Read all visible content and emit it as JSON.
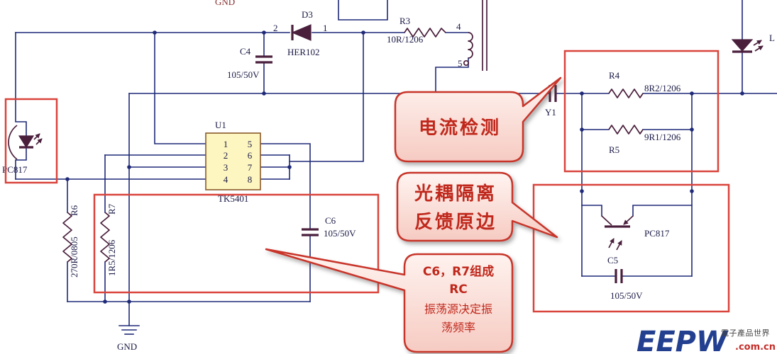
{
  "schematic": {
    "gnd_top": "GND",
    "d3": {
      "ref": "D3",
      "pin_left": "2",
      "pin_right": "1",
      "value": "HER102"
    },
    "c4": {
      "ref": "C4",
      "value": "105/50V"
    },
    "r3": {
      "ref": "R3",
      "value": "10R/1206"
    },
    "transformer": {
      "pin_top": "4",
      "pin_bottom": "5"
    },
    "u1": {
      "ref": "U1",
      "part": "TK5401",
      "pins_left": [
        "1",
        "2",
        "3",
        "4"
      ],
      "pins_right": [
        "5",
        "6",
        "7",
        "8"
      ]
    },
    "pc817_primary": {
      "ref": "PC817"
    },
    "r6": {
      "ref": "R6",
      "value": "270R/0805"
    },
    "r7": {
      "ref": "R7",
      "value": "1R5/1206"
    },
    "c6": {
      "ref": "C6",
      "value": "105/50V"
    },
    "gnd_bottom": "GND",
    "y1": {
      "ref": "Y1"
    },
    "r4": {
      "ref": "R4",
      "value": "8R2/1206"
    },
    "r5": {
      "ref": "R5",
      "value": "9R1/1206"
    },
    "pc817_secondary": {
      "ref": "PC817"
    },
    "c5": {
      "ref": "C5",
      "value": "105/50V"
    },
    "led": {
      "ref": "L"
    }
  },
  "callouts": {
    "current_sense": {
      "lines": [
        "电流检测"
      ]
    },
    "optocoupler_feedback": {
      "lines": [
        "光耦隔离",
        "反馈原边"
      ]
    },
    "rc_oscillator": {
      "lines": [
        "C6，R7组成",
        "RC",
        "振荡源决定振",
        "荡频率"
      ]
    }
  },
  "watermark": {
    "brand": "EEPW",
    "tagline": "電子產品世界",
    "domain": ".com.cn"
  },
  "colors": {
    "wire": "#1f2a78",
    "component": "#4a1f3c",
    "label": "#1a1a46",
    "gnd_top": "#8b3030",
    "chip_fill": "#fdf6c0",
    "chip_border": "#8a5a2a",
    "highlight_box": "#d9443c",
    "callout_border": "#c8342a",
    "callout_fill_top": "#fff4f1",
    "callout_fill_bottom": "#f6cbc2",
    "callout_text": "#c0281c",
    "brand": "#233f8f",
    "brand_accent": "#c4302b",
    "watermark_gray": "#444444"
  }
}
